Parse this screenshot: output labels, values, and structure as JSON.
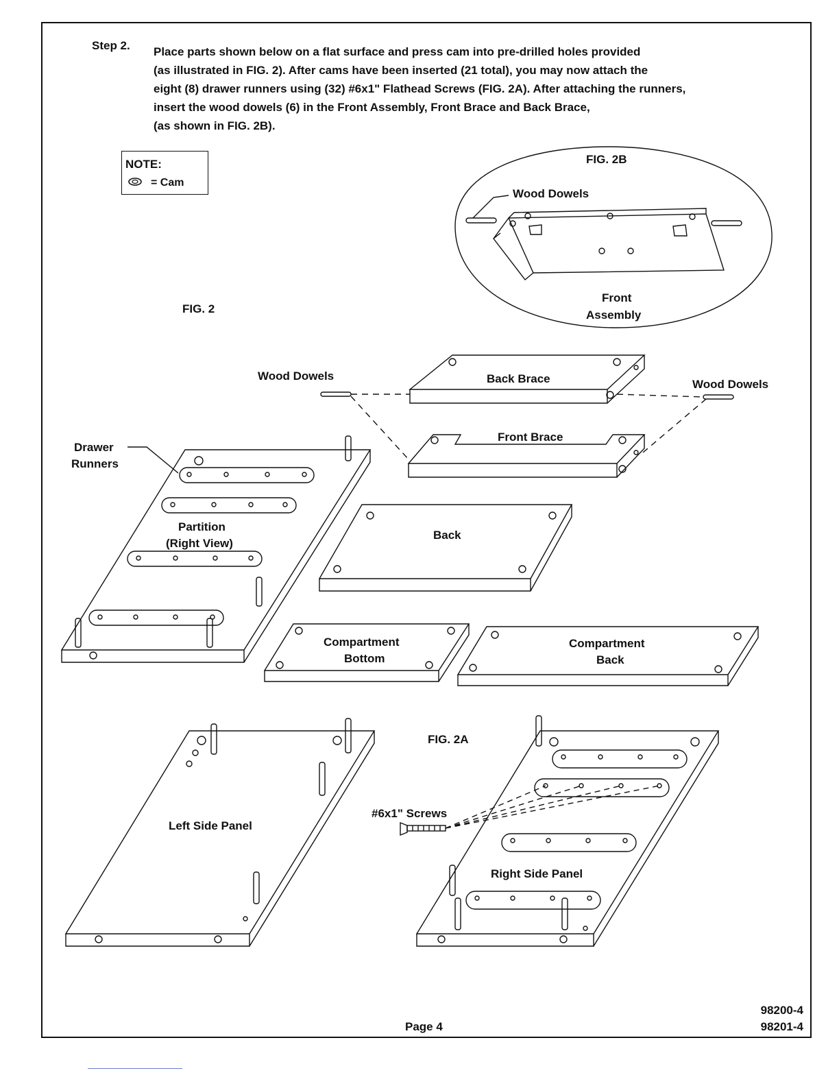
{
  "step": {
    "label": "Step 2.",
    "lines": [
      "Place parts shown below on a flat surface and press cam into pre-drilled holes provided",
      "(as illustrated in FIG. 2). After cams have been inserted (21 total), you may now attach the",
      "eight (8) drawer runners using (32) #6x1\" Flathead Screws (FIG. 2A). After attaching the runners,",
      "insert the wood dowels (6) in the Front Assembly, Front Brace and Back Brace,",
      "(as shown in FIG. 2B)."
    ]
  },
  "note": {
    "title": "NOTE:",
    "legend": "= Cam"
  },
  "figures": {
    "fig2": "FIG. 2",
    "fig2a": "FIG. 2A",
    "fig2b": "FIG. 2B"
  },
  "labels": {
    "wood_dowels": "Wood Dowels",
    "front_assembly_1": "Front",
    "front_assembly_2": "Assembly",
    "back_brace": "Back Brace",
    "front_brace": "Front Brace",
    "drawer_runners_1": "Drawer",
    "drawer_runners_2": "Runners",
    "partition_1": "Partition",
    "partition_2": "(Right View)",
    "back": "Back",
    "compartment_bottom_1": "Compartment",
    "compartment_bottom_2": "Bottom",
    "compartment_back_1": "Compartment",
    "compartment_back_2": "Back",
    "left_side_panel": "Left Side Panel",
    "right_side_panel": "Right Side Panel",
    "screws": "#6x1\" Screws"
  },
  "footer": {
    "page": "Page 4",
    "part_numbers": [
      "98200-4",
      "98201-4"
    ]
  }
}
